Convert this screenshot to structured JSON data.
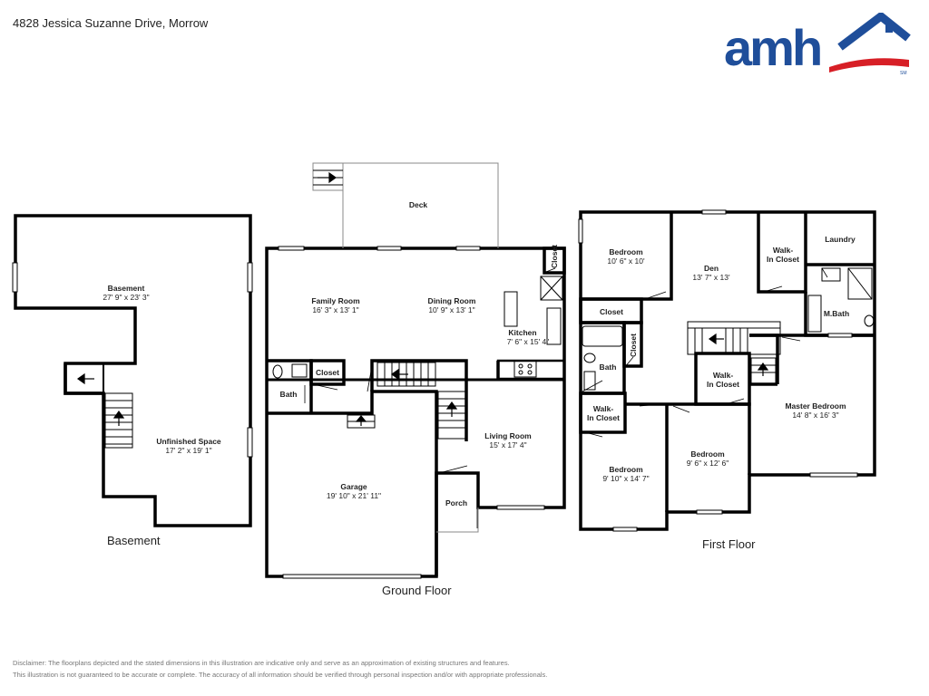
{
  "header": {
    "address": "4828 Jessica Suzanne Drive, Morrow"
  },
  "logo": {
    "text": "amh",
    "mark": "SM",
    "colors": {
      "blue": "#1f4e9a",
      "red": "#d71f26"
    }
  },
  "floors": {
    "basement": {
      "label": "Basement",
      "rooms": {
        "basement": {
          "name": "Basement",
          "dims": "27' 9\" x 23' 3\""
        },
        "unfinished": {
          "name": "Unfinished Space",
          "dims": "17' 2\" x 19' 1\""
        }
      }
    },
    "ground": {
      "label": "Ground Floor",
      "rooms": {
        "deck": {
          "name": "Deck"
        },
        "closet_kitchen": {
          "name": "Closet"
        },
        "family": {
          "name": "Family Room",
          "dims": "16' 3\" x 13' 1\""
        },
        "dining": {
          "name": "Dining Room",
          "dims": "10' 9\" x 13' 1\""
        },
        "kitchen": {
          "name": "Kitchen",
          "dims": "7' 6\" x 15' 4\""
        },
        "closet": {
          "name": "Closet"
        },
        "bath": {
          "name": "Bath"
        },
        "living": {
          "name": "Living Room",
          "dims": "15' x 17' 4\""
        },
        "garage": {
          "name": "Garage",
          "dims": "19' 10\" x 21' 11\""
        },
        "porch": {
          "name": "Porch"
        }
      }
    },
    "first": {
      "label": "First Floor",
      "rooms": {
        "bedroom1": {
          "name": "Bedroom",
          "dims": "10' 6\" x 10'"
        },
        "den": {
          "name": "Den",
          "dims": "13' 7\" x 13'"
        },
        "walkin1": {
          "name": "Walk-\nIn Closet"
        },
        "laundry": {
          "name": "Laundry"
        },
        "mbath": {
          "name": "M.Bath"
        },
        "closet1": {
          "name": "Closet"
        },
        "closet2": {
          "name": "Closet"
        },
        "bath": {
          "name": "Bath"
        },
        "walkin2": {
          "name": "Walk-\nIn Closet"
        },
        "walkin3": {
          "name": "Walk-\nIn Closet"
        },
        "master": {
          "name": "Master Bedroom",
          "dims": "14' 8\" x 16' 3\""
        },
        "bedroom2": {
          "name": "Bedroom",
          "dims": "9' 10\" x 14' 7\""
        },
        "bedroom3": {
          "name": "Bedroom",
          "dims": "9' 6\" x 12' 6\""
        }
      }
    }
  },
  "disclaimer": {
    "line1": "Disclaimer: The floorplans depicted and the stated dimensions in this illustration are indicative only and serve as an approximation of existing structures and features.",
    "line2": "This illustration is not guaranteed to be accurate or complete. The accuracy of all information should be verified through personal inspection and/or with appropriate professionals."
  }
}
